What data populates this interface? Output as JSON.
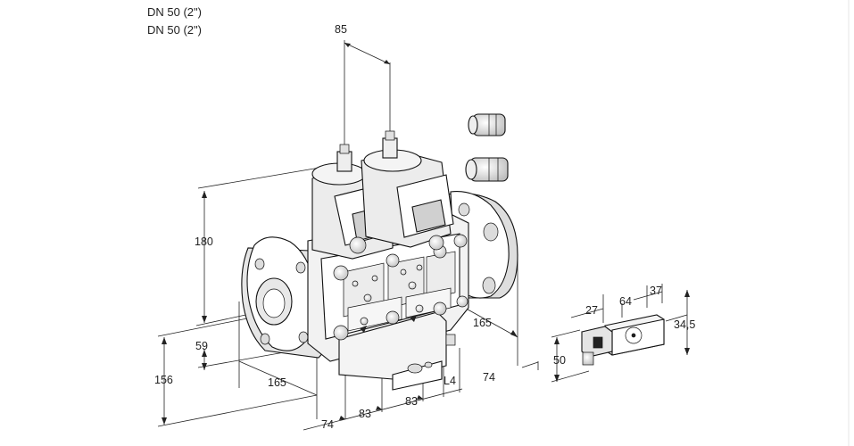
{
  "header": {
    "line1": "DN 50 (2\")",
    "line2": "DN 50 (2\")"
  },
  "dimensions": {
    "top_spacing": "85",
    "height_total": "180",
    "height_lower": "59",
    "height_base": "156",
    "length_left": "165",
    "length_right": "165",
    "offset_74_right": "74",
    "offset_74_bottom": "74",
    "spacing_83_a": "83",
    "spacing_83_b": "83",
    "l4": "L4",
    "plug_27": "27",
    "plug_64": "64",
    "plug_37": "37",
    "plug_34_5": "34,5",
    "plug_50": "50"
  },
  "colors": {
    "background": "#ffffff",
    "fill": "#ffffff",
    "shadow": "#cfcfcf",
    "stroke": "#111111"
  }
}
